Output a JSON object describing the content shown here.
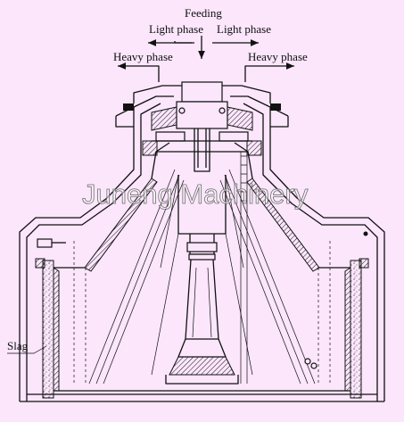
{
  "labels": {
    "feeding": "Feeding",
    "light_phase_left": "Light phase",
    "light_phase_right": "Light phase",
    "heavy_phase_left": "Heavy phase",
    "heavy_phase_right": "Heavy phase",
    "slag": "Slag"
  },
  "watermark": "Juneng Machinery",
  "colors": {
    "background": "#fbe6fb",
    "line": "#111111"
  }
}
